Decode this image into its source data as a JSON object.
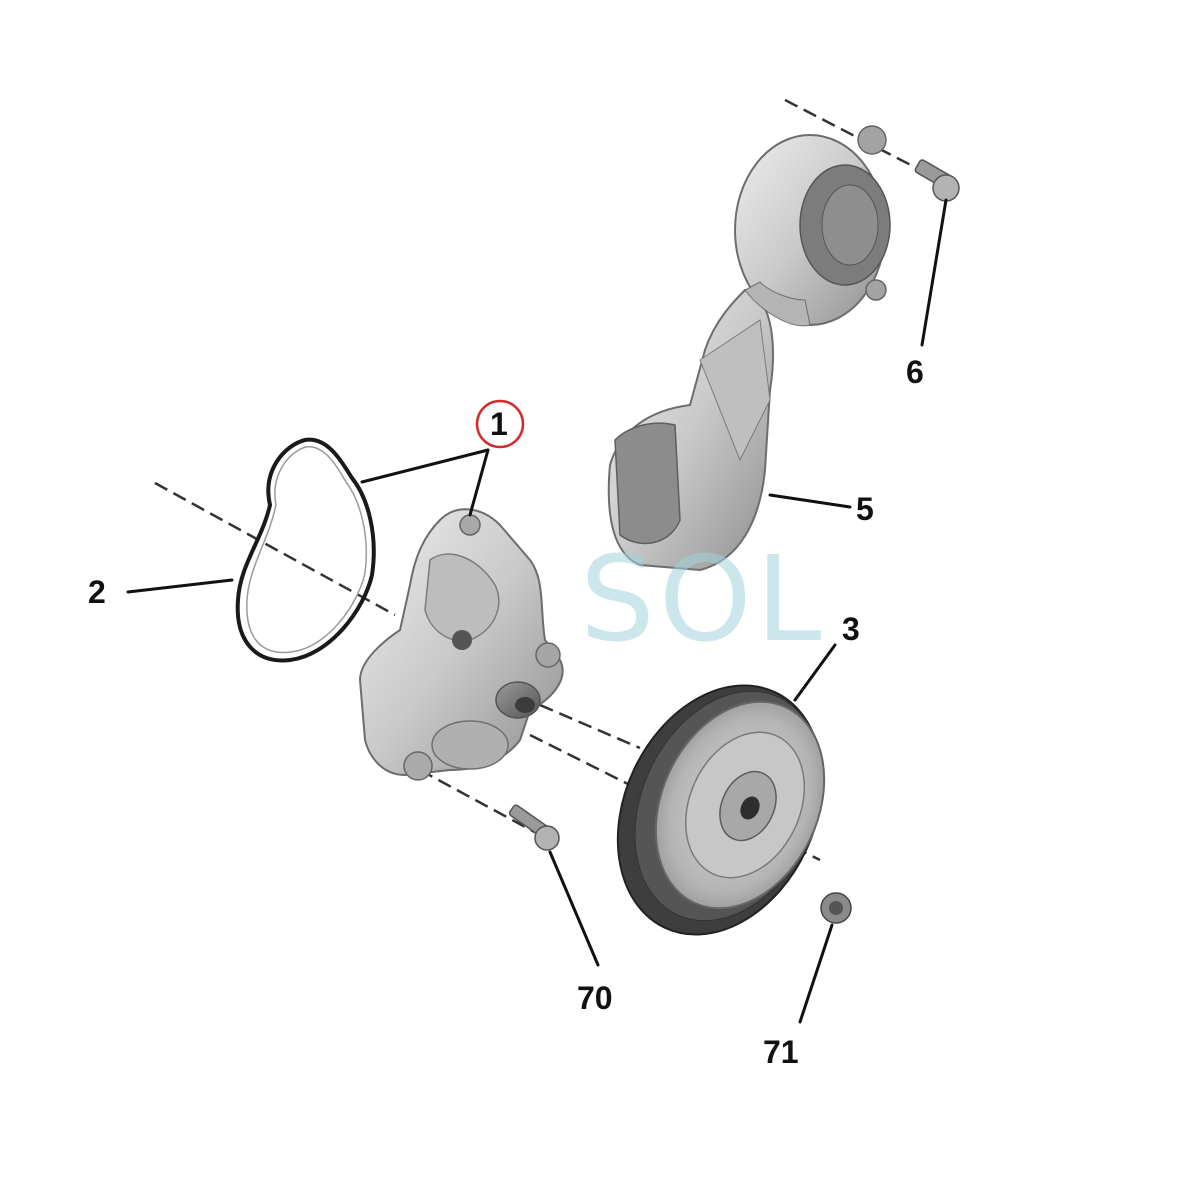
{
  "diagram": {
    "callouts": {
      "c1": "1",
      "c2": "2",
      "c3": "3",
      "c5": "5",
      "c6": "6",
      "c70": "70",
      "c71": "71"
    },
    "highlighted_callout": "1",
    "watermark": "SOL"
  },
  "colors": {
    "highlight_circle": "#d42a2a",
    "leader_line": "#111111",
    "watermark": "#9fd3dc"
  }
}
